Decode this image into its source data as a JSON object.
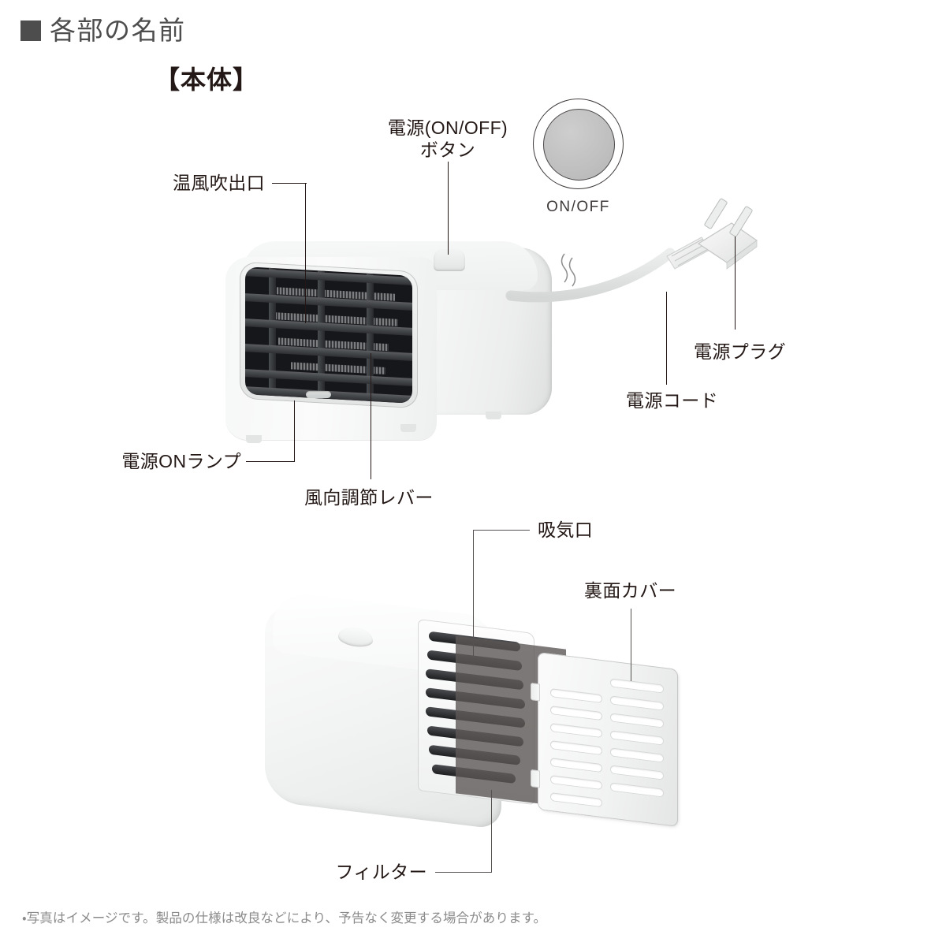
{
  "heading": {
    "marker": "filled-square-bullet",
    "title": "各部の名前",
    "subtitle": "【本体】"
  },
  "button_detail": {
    "caption": "ON/OFF",
    "ring_color": "#3e3a39",
    "core_color": "#c2c2c2"
  },
  "main_unit_labels": {
    "power_button": "電源(ON/OFF)\nボタン",
    "power_button_line1": "電源(ON/OFF)",
    "power_button_line2": "ボタン",
    "hot_air_outlet": "温風吹出口",
    "power_on_lamp": "電源ONランプ",
    "wind_direction_lever": "風向調節レバー",
    "power_plug": "電源プラグ",
    "power_cord": "電源コード"
  },
  "exploded_labels": {
    "air_intake": "吸気口",
    "rear_cover": "裏面カバー",
    "filter": "フィルター"
  },
  "footnote": "・写真はイメージです。製品の仕様は改良などにより、予告なく変更する場合があります。",
  "colors": {
    "text": "#231815",
    "heading": "#4d4d4d",
    "footnote": "#8b8b8b",
    "leader_line": "#231815",
    "filter_sheet": "#5c5856",
    "grille_dark": "#16171a",
    "body_white": "#f4f5f5",
    "background": "#ffffff"
  }
}
